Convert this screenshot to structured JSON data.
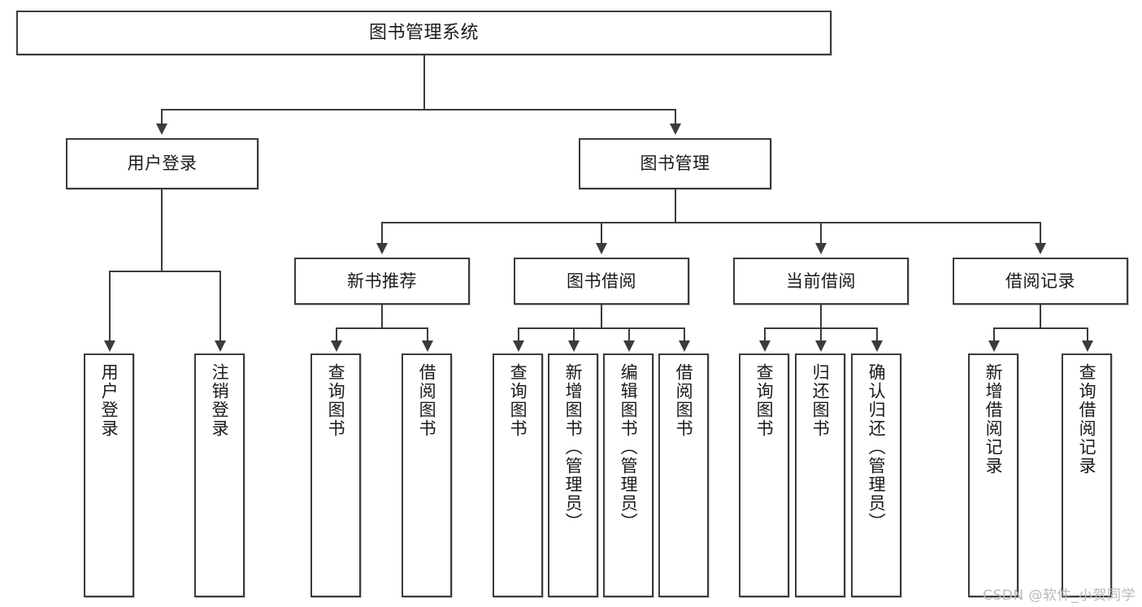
{
  "diagram": {
    "title": "图书管理系统",
    "type": "functional-structure-tree",
    "watermark": "CSDN @软件_小贺同学",
    "accent_color": "#3b3b3b",
    "background_color": "#ffffff",
    "levels": 4,
    "root": {
      "label": "图书管理系统"
    },
    "level2": [
      {
        "label": "用户登录"
      },
      {
        "label": "图书管理"
      }
    ],
    "level3": [
      {
        "label": "新书推荐"
      },
      {
        "label": "图书借阅"
      },
      {
        "label": "当前借阅"
      },
      {
        "label": "借阅记录"
      }
    ],
    "leaves": {
      "user_login": [
        {
          "label": "用户登录"
        },
        {
          "label": "注销登录"
        }
      ],
      "new_book_recommend": [
        {
          "label": "查询图书"
        },
        {
          "label": "借阅图书"
        }
      ],
      "book_borrow": [
        {
          "label": "查询图书"
        },
        {
          "label": "新增图书（管理员）"
        },
        {
          "label": "编辑图书（管理员）"
        },
        {
          "label": "借阅图书"
        }
      ],
      "current_borrow": [
        {
          "label": "查询图书"
        },
        {
          "label": "归还图书"
        },
        {
          "label": "确认归还（管理员）"
        }
      ],
      "borrow_record": [
        {
          "label": "新增借阅记录"
        },
        {
          "label": "查询借阅记录"
        }
      ]
    }
  }
}
